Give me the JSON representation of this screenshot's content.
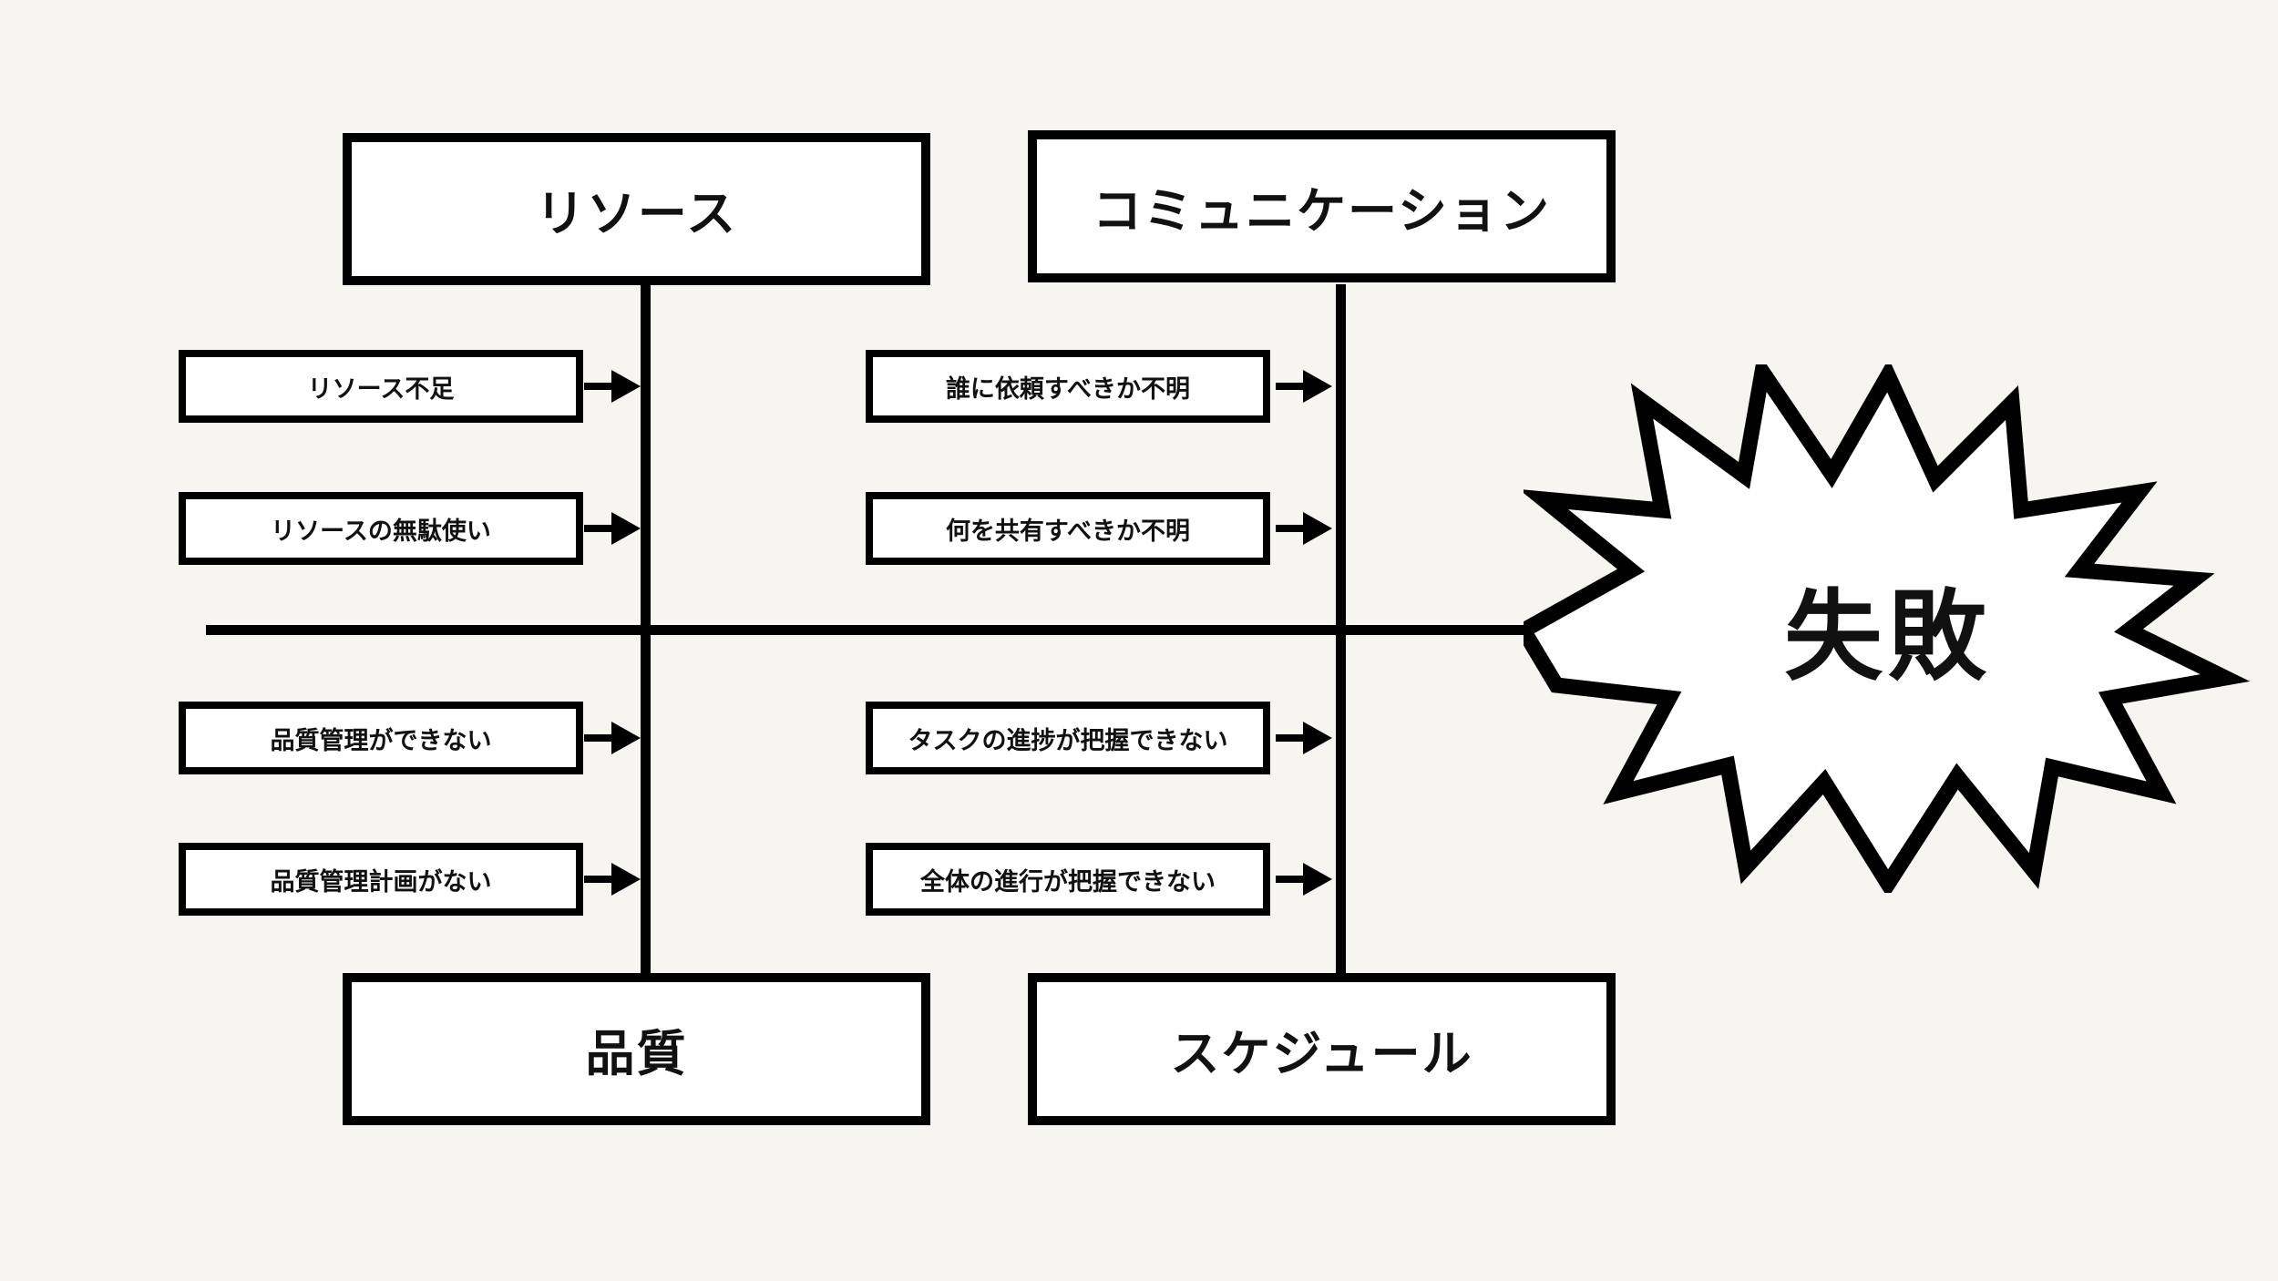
{
  "diagram": {
    "type": "fishbone",
    "background_color": "#f7f5f0",
    "line_color": "#000000",
    "box_fill": "#ffffff",
    "effect": {
      "label": "失敗",
      "shape": "starburst"
    },
    "categories": [
      {
        "id": "resource",
        "label": "リソース",
        "position": "top-left",
        "causes": [
          {
            "label": "リソース不足"
          },
          {
            "label": "リソースの無駄使い"
          }
        ]
      },
      {
        "id": "communication",
        "label": "コミュニケーション",
        "position": "top-right",
        "causes": [
          {
            "label": "誰に依頼すべきか不明"
          },
          {
            "label": "何を共有すべきか不明"
          }
        ]
      },
      {
        "id": "quality",
        "label": "品質",
        "position": "bottom-left",
        "causes": [
          {
            "label": "品質管理ができない"
          },
          {
            "label": "品質管理計画がない"
          }
        ]
      },
      {
        "id": "schedule",
        "label": "スケジュール",
        "position": "bottom-right",
        "causes": [
          {
            "label": "タスクの進捗が把握できない"
          },
          {
            "label": "全体の進行が把握できない"
          }
        ]
      }
    ]
  }
}
